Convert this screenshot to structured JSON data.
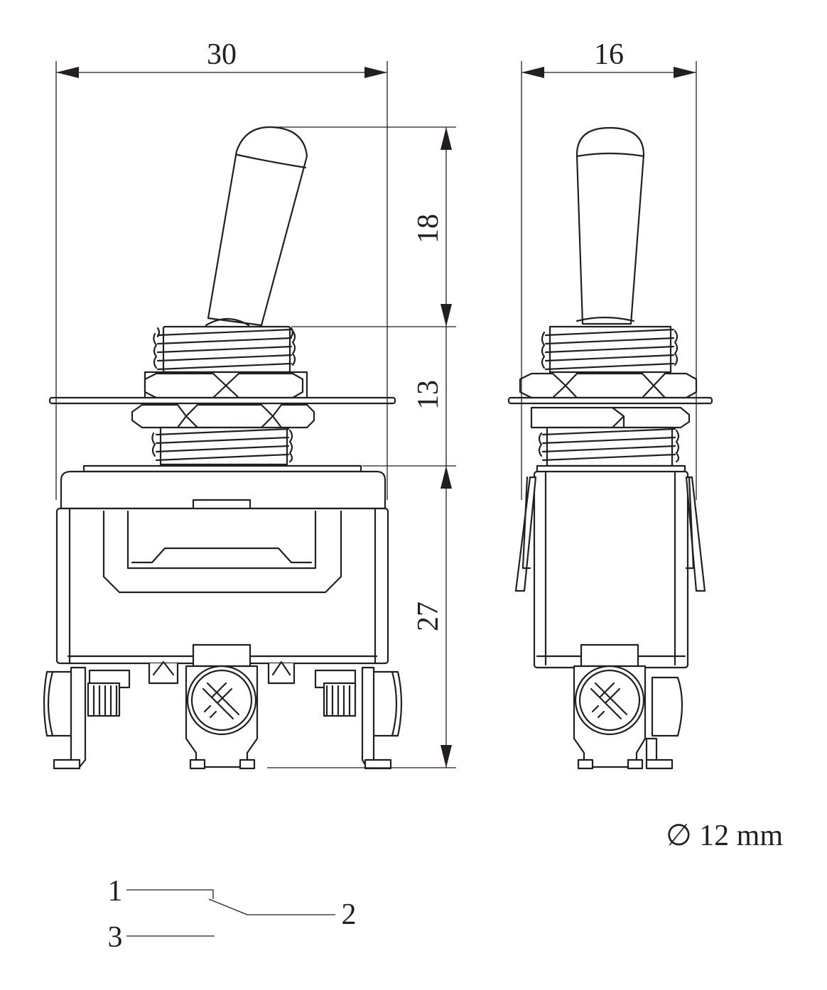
{
  "dimensions": {
    "width_front": "30",
    "width_side": "16",
    "lever_height": "18",
    "bushing_height": "13",
    "body_height": "27"
  },
  "mounting_note": "∅ 12 mm",
  "terminal_labels": {
    "t1": "1",
    "t2": "2",
    "t3": "3"
  },
  "colors": {
    "line": "#231f20",
    "background": "#ffffff"
  }
}
